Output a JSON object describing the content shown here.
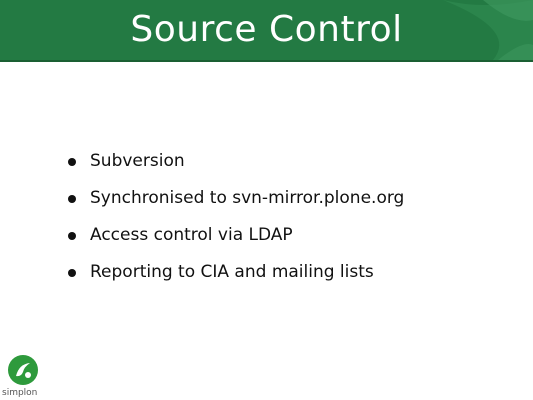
{
  "slide": {
    "title": "Source Control",
    "bullets": [
      "Subversion",
      "Synchronised to svn-mirror.plone.org",
      "Access control via LDAP",
      "Reporting to CIA and mailing lists"
    ]
  },
  "logo": {
    "name": "simplon-logo",
    "text": "simplon"
  },
  "colors": {
    "title_bar": "#237a43",
    "title_text": "#ffffff",
    "body_text": "#111111",
    "logo_green": "#2e9a3c"
  }
}
